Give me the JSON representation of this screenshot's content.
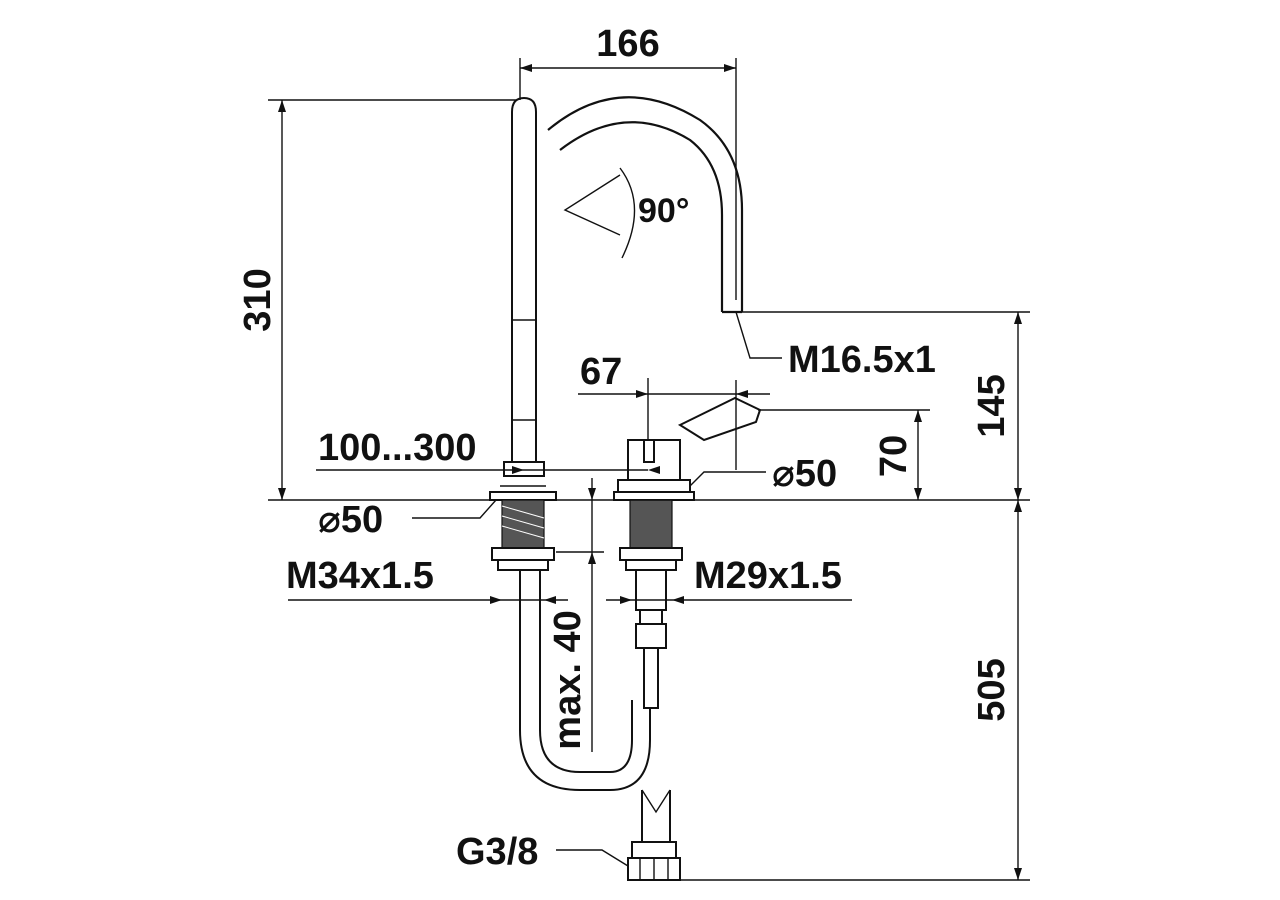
{
  "dimensions": {
    "spout_reach": "166",
    "spout_total_height": "310",
    "swivel_angle": "90°",
    "outlet_thread": "M16.5x1",
    "outlet_height": "145",
    "lever_offset": "67",
    "lever_height": "70",
    "center_distance": "100...300",
    "spout_base_diameter": "⌀50",
    "handle_base_diameter": "⌀50",
    "spout_thread": "M34x1.5",
    "handle_thread": "M29x1.5",
    "max_deck_thickness": "max. 40",
    "hose_length": "505",
    "hose_connection": "G3/8"
  }
}
